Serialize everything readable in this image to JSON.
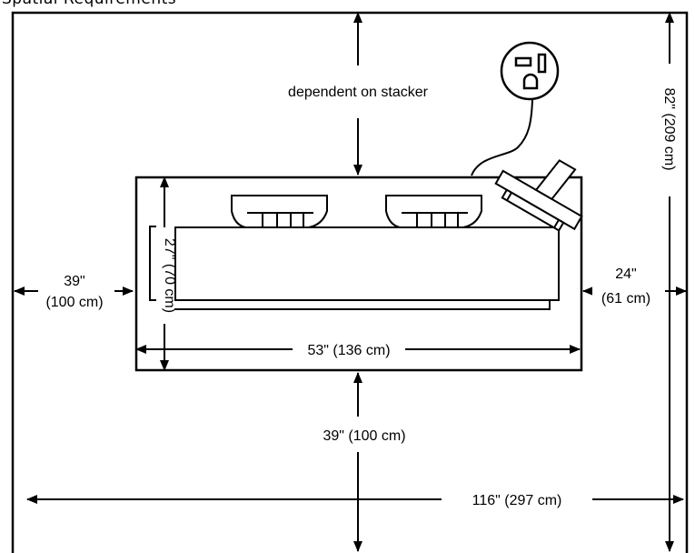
{
  "title": "Spatial Requirements",
  "labels": {
    "top_clearance": "dependent on stacker",
    "depth": "27\" (70 cm)",
    "width": "53\" (136 cm)",
    "left_value": "39\"",
    "left_value_cm": "(100 cm)",
    "right_value": "24\"",
    "right_value_cm": "(61 cm)",
    "front_clearance": "39\" (100 cm)",
    "total_width": "116\" (297 cm)",
    "total_depth": "82\" (209 cm)"
  },
  "icons": {
    "outlet": "electrical-outlet-icon",
    "stacker": "paper-stacker-icon"
  }
}
